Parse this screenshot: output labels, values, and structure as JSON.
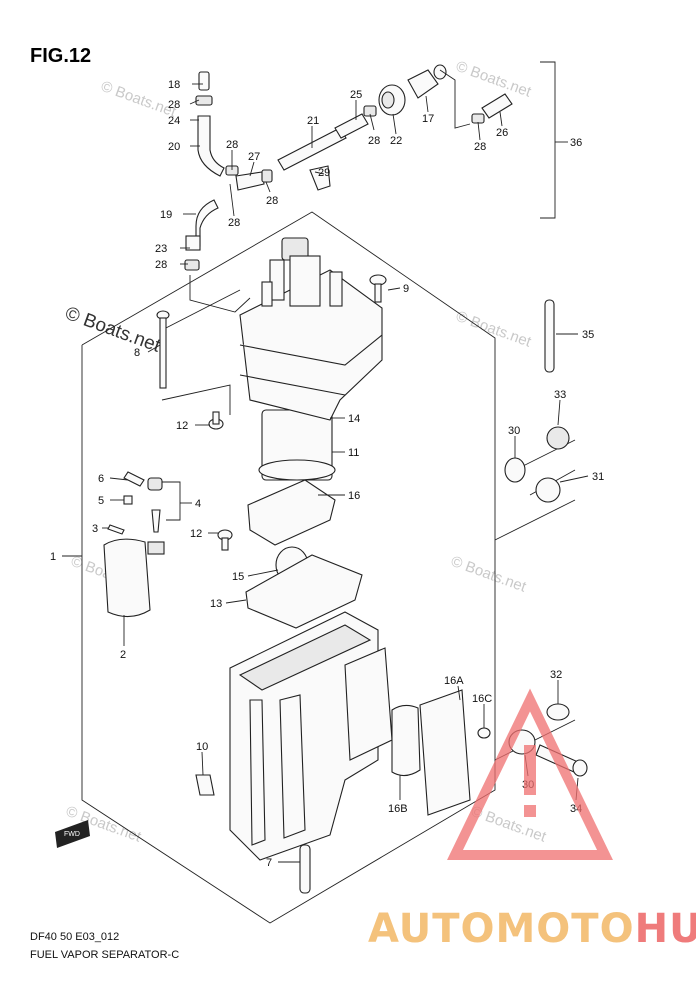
{
  "figure": {
    "title": "FIG.12",
    "model_code": "DF40 50 E03_012",
    "subtitle": "FUEL VAPOR SEPARATOR-C",
    "watermark": "© Boats.net",
    "forward_marker": "FWD"
  },
  "brand": {
    "part1": "AUTOMOTO",
    "part2": "HUB",
    "color_part1": "#f4c27c",
    "color_part2": "#ef7b7b",
    "triangle_color": "#ef6f6f"
  },
  "labels": {
    "p1": "1",
    "p2": "2",
    "p3": "3",
    "p4": "4",
    "p5": "5",
    "p6": "6",
    "p7": "7",
    "p8": "8",
    "p9": "9",
    "p10": "10",
    "p11": "11",
    "p12a": "12",
    "p12b": "12",
    "p13": "13",
    "p14": "14",
    "p15": "15",
    "p16": "16",
    "p16a": "16A",
    "p16b": "16B",
    "p16c": "16C",
    "p17": "17",
    "p18": "18",
    "p19": "19",
    "p20": "20",
    "p21": "21",
    "p22": "22",
    "p23": "23",
    "p24": "24",
    "p25": "25",
    "p26": "26",
    "p27": "27",
    "p28a": "28",
    "p28b": "28",
    "p28c": "28",
    "p28d": "28",
    "p28e": "28",
    "p28f": "28",
    "p28g": "28",
    "p29": "29",
    "p30a": "30",
    "p30b": "30",
    "p31": "31",
    "p32": "32",
    "p33": "33",
    "p34": "34",
    "p35": "35",
    "p36": "36"
  }
}
